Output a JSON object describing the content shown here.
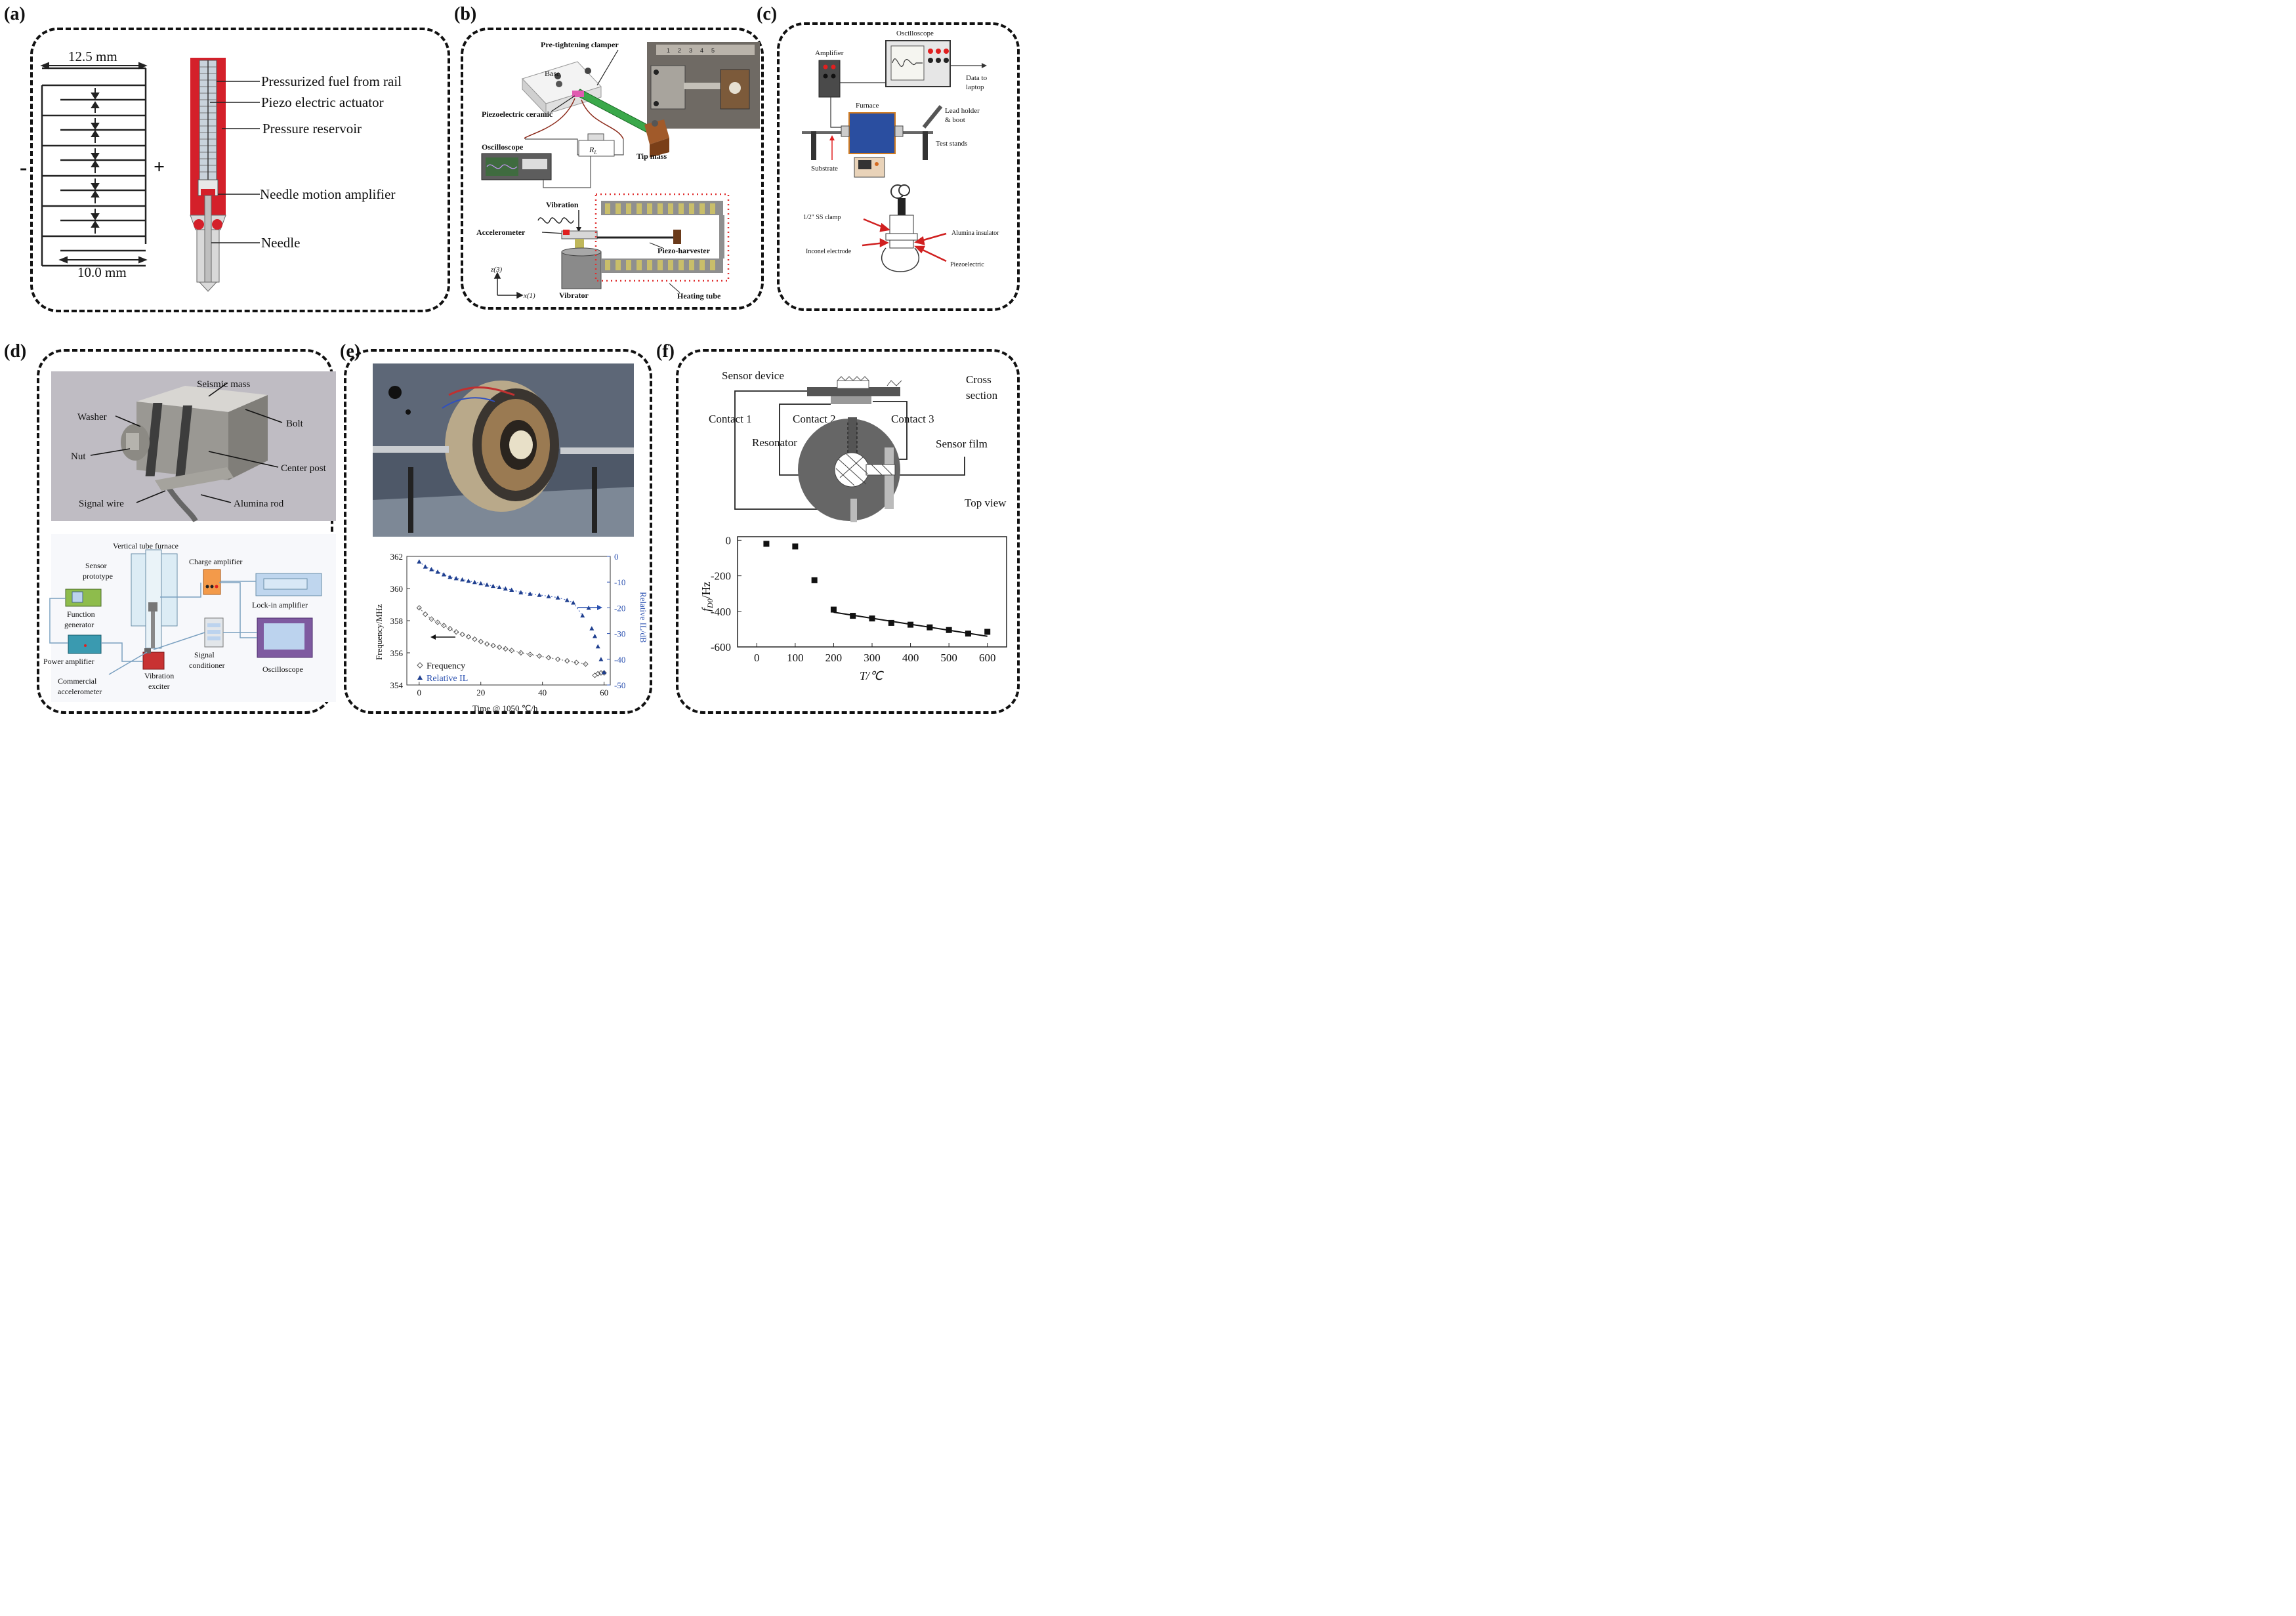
{
  "panels": {
    "a": {
      "letter": "(a)",
      "dim_top": "12.5 mm",
      "dim_bottom": "10.0 mm",
      "minus": "-",
      "plus": "+",
      "labels": [
        "Pressurized fuel from rail",
        "Piezo electric actuator",
        "Pressure reservoir",
        "Needle motion amplifier",
        "Needle"
      ]
    },
    "b": {
      "letter": "(b)",
      "pre_tightening": "Pre-tightening clamper",
      "base": "Base",
      "piezo_ceramic": "Piezoelectric ceramic",
      "oscilloscope": "Oscilloscope",
      "rl": "R",
      "rl_sub": "L",
      "tip_mass": "Tip mass",
      "vibration": "Vibration",
      "accelerometer": "Accelerometer",
      "piezo_harvester": "Piezo-harvester",
      "z_axis": "z(3)",
      "x_axis": "x(1)",
      "vibrator": "Vibrator",
      "heating_tube": "Heating tube",
      "ruler_numbers": [
        "1",
        "2",
        "3",
        "4",
        "5"
      ]
    },
    "c": {
      "letter": "(c)",
      "oscilloscope": "Oscilloscope",
      "amplifier": "Amplifier",
      "data_to": "Data to",
      "laptop": "laptop",
      "furnace": "Furnace",
      "lead_holder": "Lead holder",
      "boot": "& boot",
      "test_stands": "Test stands",
      "substrate": "Substrate",
      "ss_clamp": "1/2\" SS clamp",
      "alumina_insulator": "Alumina insulator",
      "inconel": "Inconel electrode",
      "piezoelectric": "Piezoelectric"
    },
    "d": {
      "letter": "(d)",
      "photo_labels": {
        "seismic_mass": "Seismic mass",
        "washer": "Washer",
        "bolt": "Bolt",
        "nut": "Nut",
        "center_post": "Center post",
        "signal_wire": "Signal wire",
        "alumina_rod": "Alumina rod"
      },
      "diagram_labels": {
        "vertical_tube": "Vertical tube furnace",
        "sensor_prototype_1": "Sensor",
        "sensor_prototype_2": "prototype",
        "charge_amp": "Charge amplifier",
        "function_gen_1": "Function",
        "function_gen_2": "generator",
        "lockin": "Lock-in amplifier",
        "power_amp": "Power amplifier",
        "signal_cond_1": "Signal",
        "signal_cond_2": "conditioner",
        "oscilloscope": "Oscilloscope",
        "commercial_1": "Commercial",
        "commercial_2": "accelerometer",
        "vib_exciter_1": "Vibration",
        "vib_exciter_2": "exciter"
      }
    },
    "e": {
      "letter": "(e)",
      "legend_frequency": "Frequency",
      "legend_il": "Relative IL"
    },
    "f": {
      "letter": "(f)",
      "sensor_device": "Sensor device",
      "cross_1": "Cross",
      "cross_2": "section",
      "contact1": "Contact 1",
      "contact2": "Contact 2",
      "contact3": "Contact 3",
      "resonator": "Resonator",
      "sensor_film": "Sensor film",
      "top_view": "Top view"
    }
  },
  "chart_data": [
    {
      "id": "e",
      "type": "scatter",
      "xlabel": "Time @ 1050 ℃/h",
      "ylabel": "Frequency/MHz",
      "y2label": "Relative IL/dB",
      "xlim": [
        -4,
        62
      ],
      "xticks": [
        0,
        20,
        40,
        60
      ],
      "ylim": [
        354,
        362
      ],
      "yticks": [
        354,
        356,
        358,
        360,
        362
      ],
      "y2lim": [
        -50,
        0
      ],
      "y2ticks": [
        0,
        -10,
        -20,
        -30,
        -40,
        -50
      ],
      "series": [
        {
          "name": "Frequency",
          "axis": "left",
          "x": [
            0,
            2,
            4,
            6,
            8,
            10,
            12,
            14,
            16,
            18,
            20,
            22,
            24,
            26,
            28,
            30,
            33,
            36,
            39,
            42,
            45,
            48,
            51,
            54,
            57,
            58,
            59,
            60
          ],
          "y": [
            358.8,
            358.4,
            358.1,
            357.9,
            357.7,
            357.5,
            357.3,
            357.15,
            357.0,
            356.85,
            356.7,
            356.55,
            356.45,
            356.35,
            356.25,
            356.15,
            356.0,
            355.9,
            355.8,
            355.7,
            355.6,
            355.5,
            355.4,
            355.3,
            354.6,
            354.7,
            354.75,
            354.75
          ]
        },
        {
          "name": "Relative IL",
          "axis": "right",
          "x": [
            0,
            2,
            4,
            6,
            8,
            10,
            12,
            14,
            16,
            18,
            20,
            22,
            24,
            26,
            28,
            30,
            33,
            36,
            39,
            42,
            45,
            48,
            50,
            53,
            55,
            56,
            57,
            58,
            59,
            60
          ],
          "y": [
            -2,
            -4,
            -5,
            -6,
            -7,
            -8,
            -8.5,
            -9,
            -9.5,
            -10,
            -10.5,
            -11,
            -11.5,
            -12,
            -12.5,
            -13,
            -14,
            -14.5,
            -15,
            -15.5,
            -16,
            -17,
            -18,
            -23,
            -20,
            -28,
            -31,
            -35,
            -40,
            -45
          ]
        }
      ],
      "fit_lines": true
    },
    {
      "id": "f",
      "type": "scatter",
      "xlabel": "T/℃",
      "ylabel": "f",
      "ylabel_sub": "D0",
      "ylabel_unit": "/Hz",
      "xlim": [
        -50,
        650
      ],
      "xticks": [
        0,
        100,
        200,
        300,
        400,
        500,
        600
      ],
      "ylim": [
        -600,
        20
      ],
      "yticks": [
        0,
        -200,
        -400,
        -600
      ],
      "series": [
        {
          "x": [
            25,
            100,
            150,
            200,
            250,
            300,
            350,
            400,
            450,
            500,
            550,
            600
          ],
          "y": [
            -20,
            -35,
            -225,
            -390,
            -425,
            -440,
            -465,
            -475,
            -490,
            -505,
            -525,
            -515
          ]
        }
      ],
      "fit_line": {
        "x": [
          200,
          600
        ],
        "y": [
          -405,
          -540
        ]
      }
    }
  ]
}
